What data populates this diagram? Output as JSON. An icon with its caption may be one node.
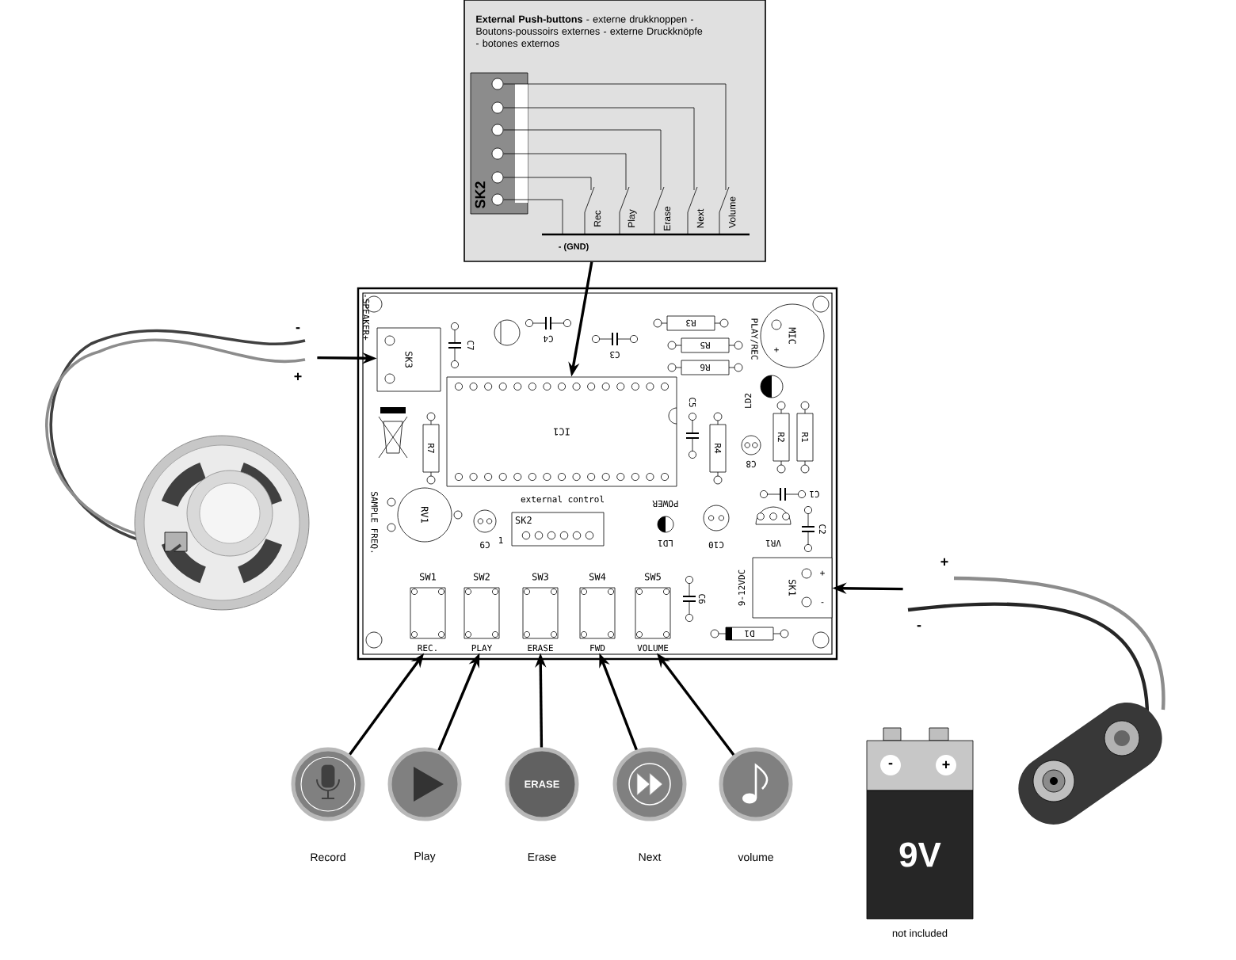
{
  "diagram": {
    "nodes": [
      {
        "text": [
          "**External Push-buttons** - externe drukknoppen - Boutons-poussoirs externes - externe Druckknöpfe - botones externos"
        ]
      },
      {
        "text": [
          "SK2"
        ],
        "in": 0
      },
      {
        "text": [],
        "shape": "box"
      },
      {
        "text": [
          "SK3"
        ],
        "in": 2
      },
      {
        "text": [
          "IC1"
        ],
        "in": 2
      },
      {
        "text": [
          "SK1"
        ],
        "in": 2
      },
      {
        "text": [
          "SW1",
          "REC."
        ],
        "in": 2
      },
      {
        "text": [
          "SW2",
          "PLAY"
        ],
        "in": 2
      },
      {
        "text": [
          "SW3",
          "ERASE"
        ],
        "in": 2
      },
      {
        "text": [
          "SW4",
          "FWD"
        ],
        "in": 2
      },
      {
        "text": [
          "SW5",
          "VOLUME"
        ],
        "in": 2
      },
      {
        "text": [
          "R3"
        ],
        "in": 2
      },
      {
        "text": [
          "R5"
        ],
        "in": 2
      },
      {
        "text": [
          "R6"
        ],
        "in": 2
      },
      {
        "text": [
          "R4"
        ],
        "in": 2
      },
      {
        "text": [
          "R2"
        ],
        "in": 2
      },
      {
        "text": [
          "R1"
        ],
        "in": 2
      },
      {
        "text": [
          "R7"
        ],
        "in": 2
      },
      {
        "text": [
          "D1"
        ],
        "in": 2
      },
      {
        "text": [
          "SK2"
        ],
        "in": 2
      },
      {
        "text": [
          "RV1"
        ],
        "in": 2
      },
      {
        "text": [
          "MIC"
        ],
        "in": 2
      },
      {
        "text": [],
        "shape": "picture"
      },
      {
        "text": [],
        "shape": "picture"
      },
      {
        "text": [],
        "shape": "circle",
        "beside": [
          "Record"
        ]
      },
      {
        "text": [],
        "shape": "circle",
        "beside": [
          "Play"
        ]
      },
      {
        "text": [
          "ERASE"
        ],
        "beside": [
          "Erase"
        ]
      },
      {
        "text": [],
        "shape": "circle",
        "beside": [
          "Next"
        ]
      },
      {
        "text": [],
        "shape": "circle",
        "beside": [
          "volume"
        ]
      },
      {
        "text": [
          "9V"
        ],
        "beside": [
          "not included"
        ]
      }
    ],
    "edges": [
      {
        "from": 0,
        "to": 4,
        "arrow": "to"
      },
      {
        "from": 22,
        "to": 3,
        "arrow": "to"
      },
      {
        "from": 23,
        "to": 5,
        "arrow": "to"
      },
      {
        "from": 24,
        "to": 6,
        "arrow": "to"
      },
      {
        "from": 25,
        "to": 7,
        "arrow": "to"
      },
      {
        "from": 26,
        "to": 8,
        "arrow": "to"
      },
      {
        "from": 27,
        "to": 9,
        "arrow": "to"
      },
      {
        "from": 28,
        "to": 10,
        "arrow": "to"
      }
    ],
    "labels": [
      "Rec",
      "Play",
      "Erase",
      "Next",
      "Volume",
      "- (GND)",
      "-SPEAKER+",
      "C7",
      "C4",
      "C3",
      "PLAY/REC",
      "+",
      "LD2",
      "C5",
      "C8",
      "SAMPLE FREQ.",
      "C9",
      "external control",
      "1",
      "POWER",
      "LD1",
      "C10",
      "VR1",
      "C1",
      "C2",
      "C6",
      "9-12VDC",
      "+",
      "-",
      "-",
      "+",
      "+",
      "-",
      "-",
      "+"
    ]
  }
}
